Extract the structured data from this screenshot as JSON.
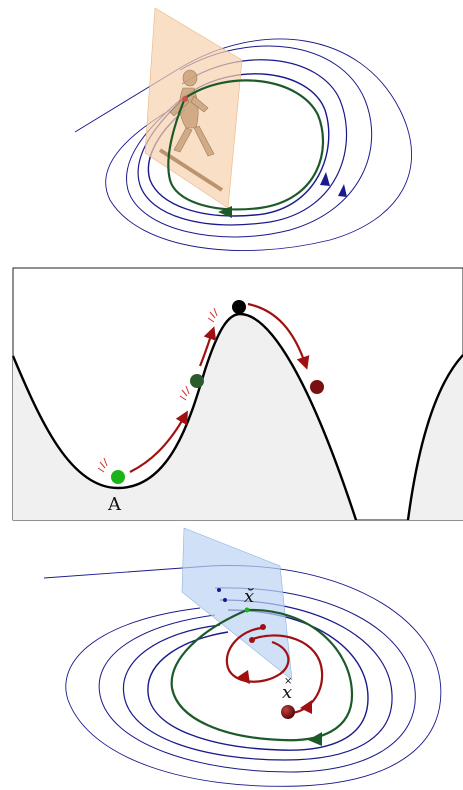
{
  "panel_b": {
    "point_label": "A"
  },
  "panel_c": {
    "x_breve_label": "x̆",
    "x_times_label": "x"
  },
  "colors": {
    "blue_orbit": "#1a1a8c",
    "green_orbit": "#1d5a2a",
    "red_orbit": "#a01010",
    "section_plane_orange": "#f6d2ad",
    "section_plane_blue": "#bcd3f3",
    "landscape_fill": "#f0f0f0",
    "ball_green": "#18b418",
    "ball_dark_green": "#2d5a2d",
    "ball_black": "#000000",
    "ball_dark_red": "#7a1010"
  },
  "icons": {
    "walker": "walking-figure-icon",
    "spark": "spark-burst-icon"
  }
}
